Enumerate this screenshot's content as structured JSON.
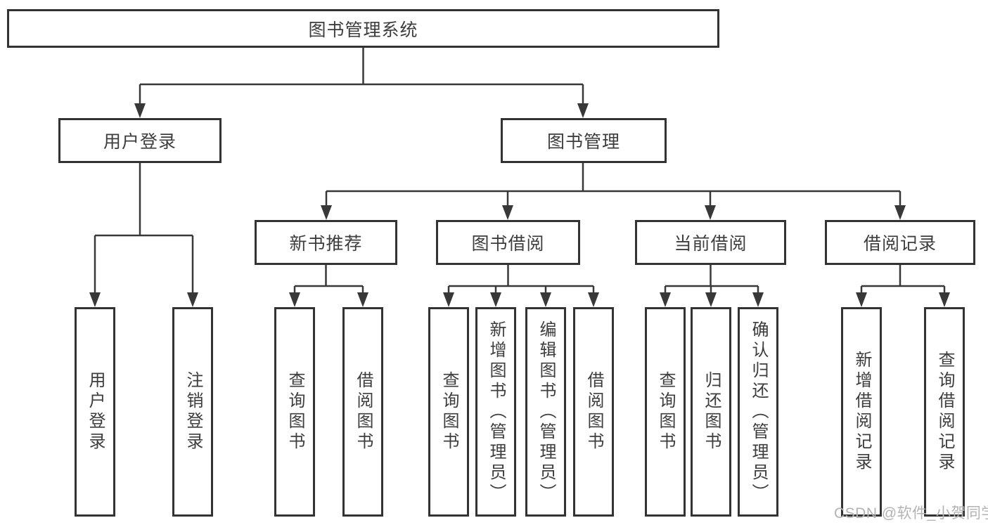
{
  "tree": {
    "label": "图书管理系统",
    "children": [
      {
        "label": "用户登录",
        "children": [
          {
            "label": "用户登录"
          },
          {
            "label": "注销登录"
          }
        ]
      },
      {
        "label": "图书管理",
        "children": [
          {
            "label": "新书推荐",
            "children": [
              {
                "label": "查询图书"
              },
              {
                "label": "借阅图书"
              }
            ]
          },
          {
            "label": "图书借阅",
            "children": [
              {
                "label": "查询图书"
              },
              {
                "label": "新增图书（管理员）"
              },
              {
                "label": "编辑图书（管理员）"
              },
              {
                "label": "借阅图书"
              }
            ]
          },
          {
            "label": "当前借阅",
            "children": [
              {
                "label": "查询图书"
              },
              {
                "label": "归还图书"
              },
              {
                "label": "确认归还（管理员）"
              }
            ]
          },
          {
            "label": "借阅记录",
            "children": [
              {
                "label": "新增借阅记录"
              },
              {
                "label": "查询借阅记录"
              }
            ]
          }
        ]
      }
    ]
  },
  "watermark": {
    "text": "CSDN @软件_小贺同学",
    "color": "#b3b3b3"
  },
  "colors": {
    "line": "#383838",
    "box_border": "#333333",
    "text": "#3d3d3d",
    "background": "#ffffff"
  }
}
